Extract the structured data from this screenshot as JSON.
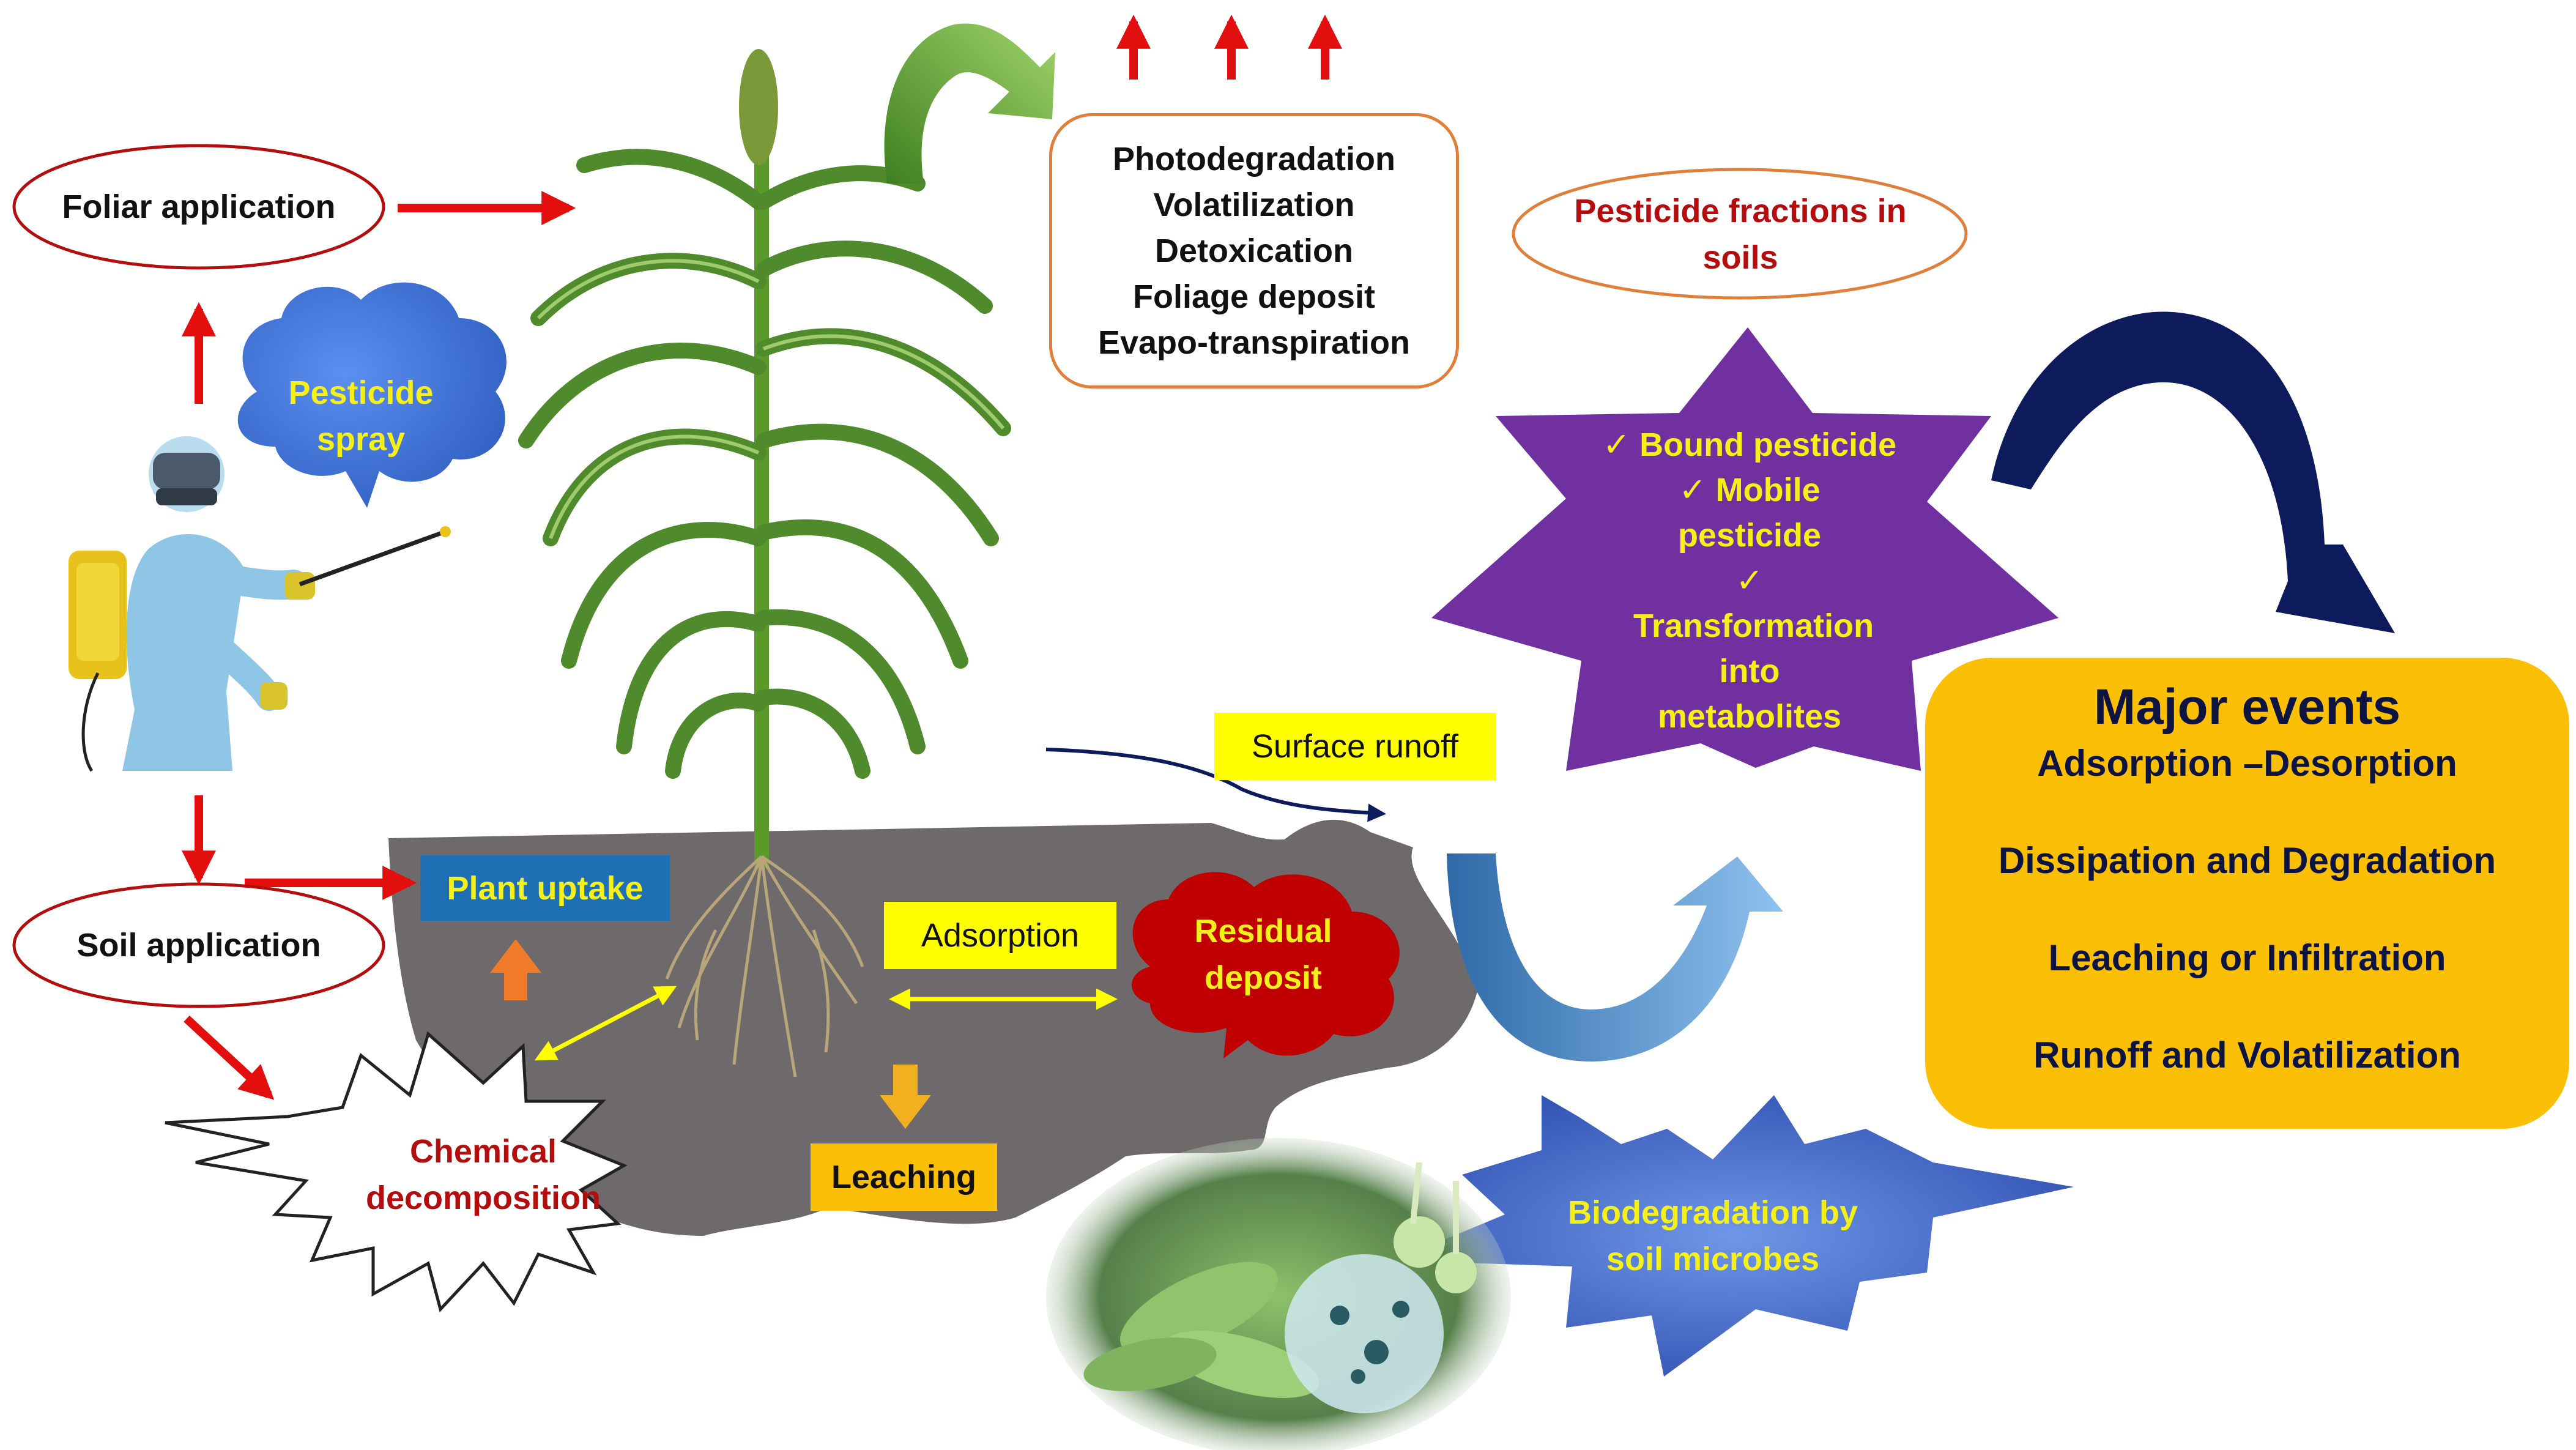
{
  "application": {
    "foliar": "Foliar application",
    "soil": "Soil application",
    "spray": "Pesticide spray"
  },
  "plant_fates": [
    "Photodegradation",
    "Volatilization",
    "Detoxication",
    "Foliage deposit",
    "Evapo-transpiration"
  ],
  "soil_processes": {
    "plant_uptake": "Plant uptake",
    "adsorption": "Adsorption",
    "residual_deposit": "Residual deposit",
    "leaching": "Leaching",
    "surface_runoff": "Surface runoff",
    "chemical_decomposition": "Chemical decomposition",
    "biodegradation": "Biodegradation by soil microbes"
  },
  "fractions": {
    "title": "Pesticide fractions in soils",
    "items": [
      "Bound pesticide",
      "Mobile pesticide",
      "Transformation into metabolites"
    ],
    "check_glyph": "✓"
  },
  "major_events": {
    "title": "Major events",
    "items": [
      "Adsorption –Desorption",
      "Dissipation and Degradation",
      "Leaching or Infiltration",
      "Runoff and Volatilization"
    ]
  },
  "colors": {
    "soil": "#6e6a6b",
    "red_arrow": "#e30f0f",
    "star_purple": "#7030a0",
    "major_box": "#fbc005",
    "plant_uptake_box": "#1f6fb5",
    "label_yellow": "#ffff00",
    "leaching_box": "#fbc005",
    "residual_cloud": "#c00000",
    "spray_cloud": "#3b6fd6",
    "biodeg_star": "#3a5fc8",
    "green_arrow": "#5a9e2e",
    "navy_arrow": "#0d1a5c",
    "blue_arrow": "#4d8fd1"
  },
  "icons": [
    "sprayer-worker-icon",
    "sorghum-plant-icon",
    "microbes-image-icon"
  ]
}
